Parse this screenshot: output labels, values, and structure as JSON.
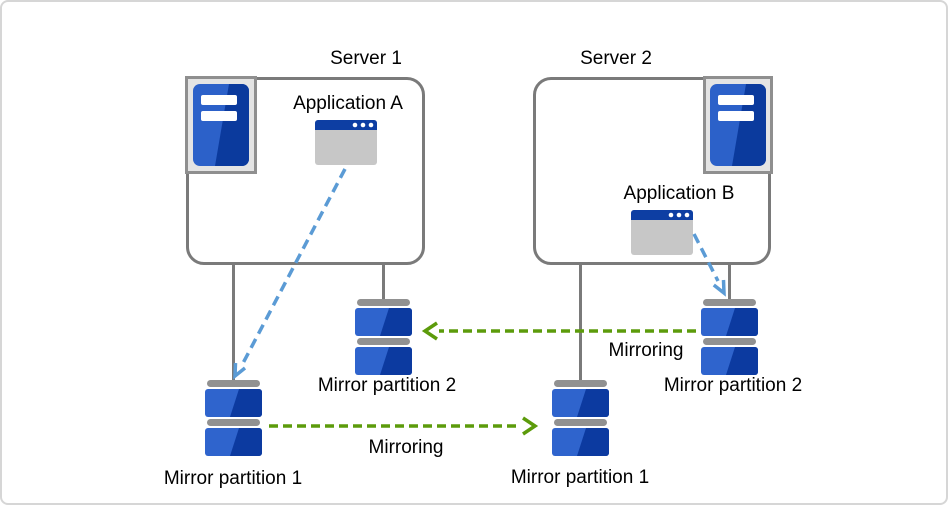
{
  "canvas": {
    "background": "#FFFFFF",
    "border_color": "#D6D6D6"
  },
  "colors": {
    "box_border_gray": "#7A7A7A",
    "icon_frame_fill": "#E4E4E4",
    "icon_frame_border": "#8F8F8F",
    "server_blue_light": "#2C61C9",
    "server_blue_dark": "#0B3A9D",
    "window_title_blue": "#0D3EA3",
    "window_body_gray": "#C7C7C7",
    "db_blue_light": "#2F64CD",
    "db_blue_dark": "#0C3AA0",
    "db_bar_gray": "#919191",
    "mirroring_green": "#5C9B0B",
    "app_arrow_blue": "#5B9BD5",
    "text": "#000000"
  },
  "servers": [
    {
      "label": "Server 1",
      "application": {
        "label": "Application A"
      }
    },
    {
      "label": "Server 2",
      "application": {
        "label": "Application B"
      }
    }
  ],
  "partitions": [
    {
      "label": "Mirror partition 1"
    },
    {
      "label": "Mirror partition 2"
    },
    {
      "label": "Mirror partition 1"
    },
    {
      "label": "Mirror partition 2"
    }
  ],
  "mirroring_links": [
    {
      "label": "Mirroring",
      "direction": "right"
    },
    {
      "label": "Mirroring",
      "direction": "left"
    }
  ]
}
